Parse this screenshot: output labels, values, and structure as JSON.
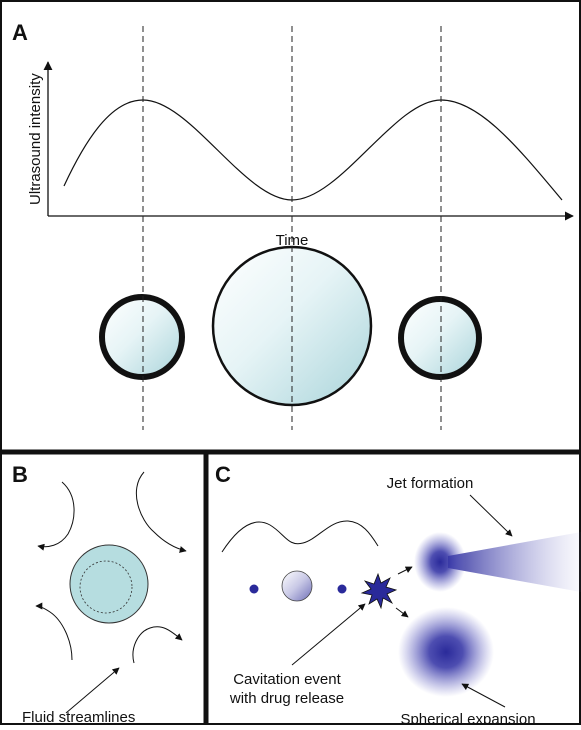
{
  "panels": {
    "a": {
      "letter": "A",
      "ylabel": "Ultrasound intensity",
      "xlabel": "Time"
    },
    "b": {
      "letter": "B",
      "caption": "Fluid streamlines"
    },
    "c": {
      "letter": "C",
      "jet_label": "Jet formation",
      "cavitation_label_line1": "Cavitation event",
      "cavitation_label_line2": "with drug release",
      "spherical_label": "Spherical expansion"
    }
  },
  "colors": {
    "bubble_light": "#eef8f9",
    "bubble_dark": "#b9dde2",
    "bubble_b_fill": "#b6dde0",
    "drug_blue": "#2a2a9a",
    "border": "#111111"
  }
}
